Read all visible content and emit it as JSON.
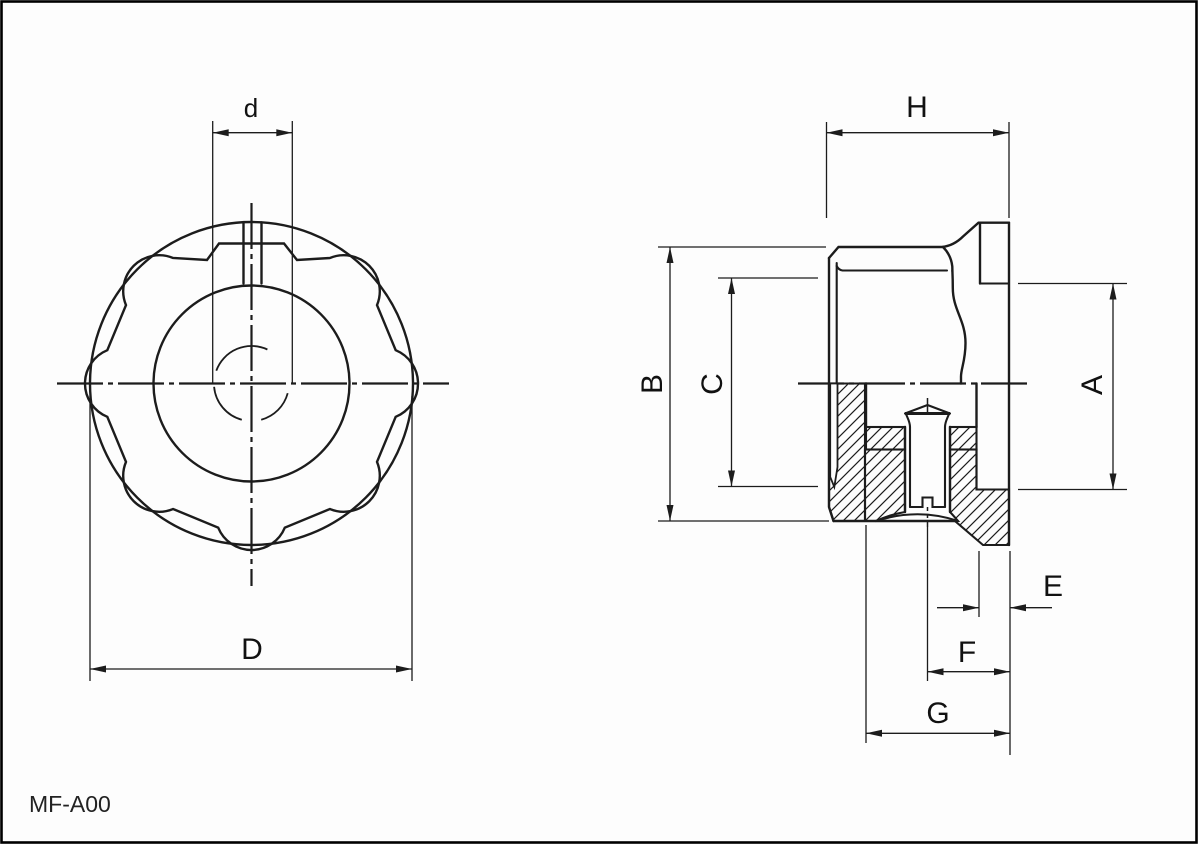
{
  "drawing": {
    "part_number": "MF-A00",
    "type": "technical-drawing",
    "colors": {
      "line": "#1c1c1c",
      "background": "#fdfdfd"
    },
    "front_view": {
      "labels": {
        "d": "d",
        "D": "D"
      }
    },
    "side_view": {
      "labels": {
        "H": "H",
        "B": "B",
        "C": "C",
        "A": "A",
        "E": "E",
        "F": "F",
        "G": "G"
      }
    }
  }
}
